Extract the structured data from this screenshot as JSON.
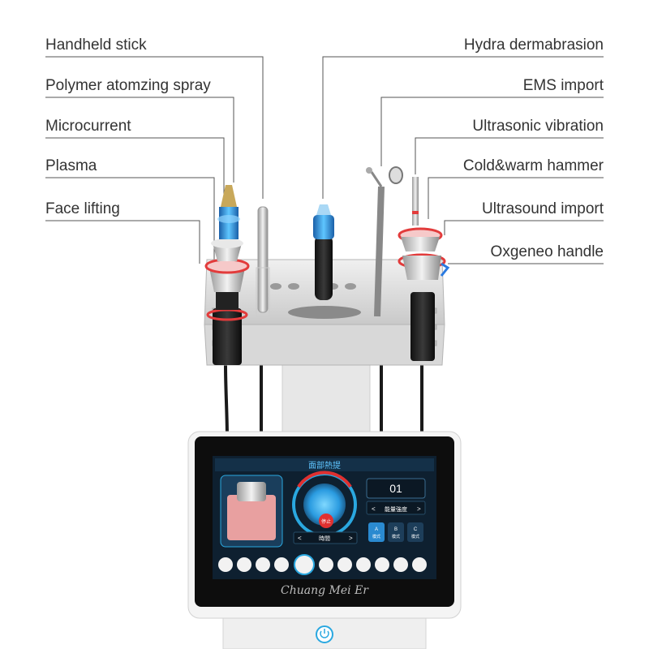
{
  "labels_left": [
    {
      "text": "Handheld stick"
    },
    {
      "text": "Polymer atomzing spray"
    },
    {
      "text": "Microcurrent"
    },
    {
      "text": "Plasma"
    },
    {
      "text": "Face lifting"
    }
  ],
  "labels_right": [
    {
      "text": "Hydra dermabrasion"
    },
    {
      "text": "EMS import"
    },
    {
      "text": "Ultrasonic vibration"
    },
    {
      "text": "Cold&warm hammer"
    },
    {
      "text": "Ultrasound import"
    },
    {
      "text": "Oxgeneo handle"
    }
  ],
  "screen": {
    "title": "面部熱提",
    "counter": "01",
    "energy_label": "能量強度",
    "stop_label": "停止",
    "time_label": "時間",
    "modes": [
      {
        "letter": "A",
        "text": "模式"
      },
      {
        "letter": "B",
        "text": "模式"
      },
      {
        "letter": "C",
        "text": "模式"
      }
    ],
    "nav_left": "<",
    "nav_right": ">"
  },
  "brand": "Chuang Mei Er",
  "colors": {
    "label_text": "#333333",
    "leader_line": "#555555",
    "screen_bg": "#0e2030",
    "accent_blue": "#2aa8e0",
    "accent_red": "#e03030"
  }
}
